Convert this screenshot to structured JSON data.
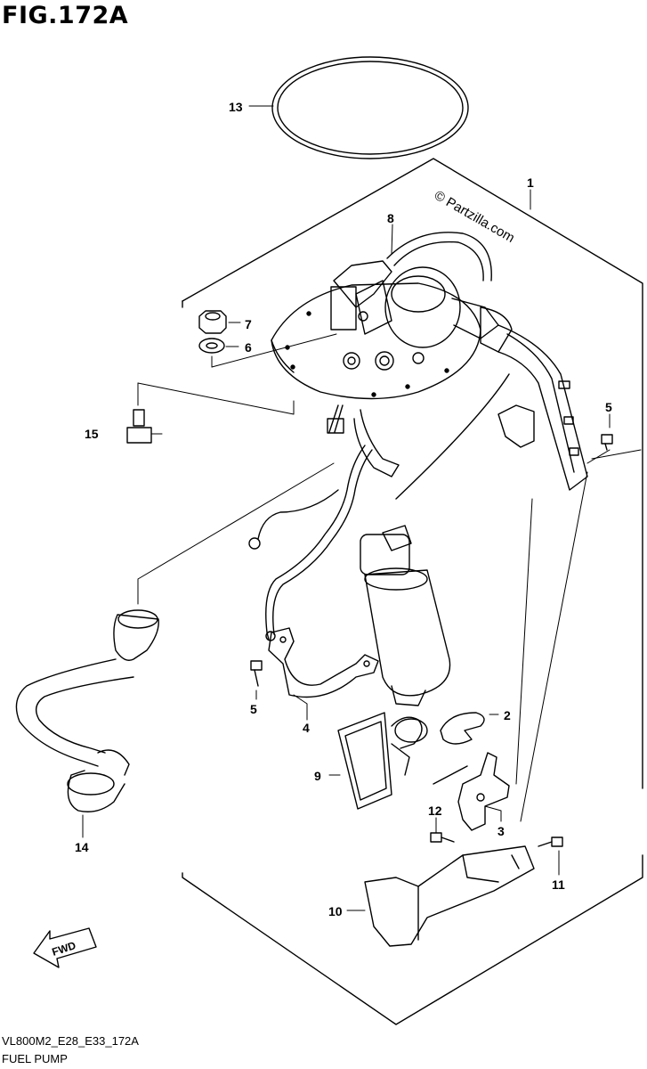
{
  "figure": {
    "title": "FIG.172A",
    "watermark": "© Partzilla.com",
    "fwd_label": "FWD",
    "footer_code": "VL800M2_E28_E33_172A",
    "footer_name": "FUEL PUMP"
  },
  "callouts": [
    {
      "id": "1",
      "label": "1"
    },
    {
      "id": "2",
      "label": "2"
    },
    {
      "id": "3",
      "label": "3"
    },
    {
      "id": "4",
      "label": "4"
    },
    {
      "id": "5a",
      "label": "5"
    },
    {
      "id": "5b",
      "label": "5"
    },
    {
      "id": "6",
      "label": "6"
    },
    {
      "id": "7",
      "label": "7"
    },
    {
      "id": "8",
      "label": "8"
    },
    {
      "id": "9",
      "label": "9"
    },
    {
      "id": "10",
      "label": "10"
    },
    {
      "id": "11",
      "label": "11"
    },
    {
      "id": "12",
      "label": "12"
    },
    {
      "id": "13",
      "label": "13"
    },
    {
      "id": "14",
      "label": "14"
    },
    {
      "id": "15",
      "label": "15"
    }
  ]
}
